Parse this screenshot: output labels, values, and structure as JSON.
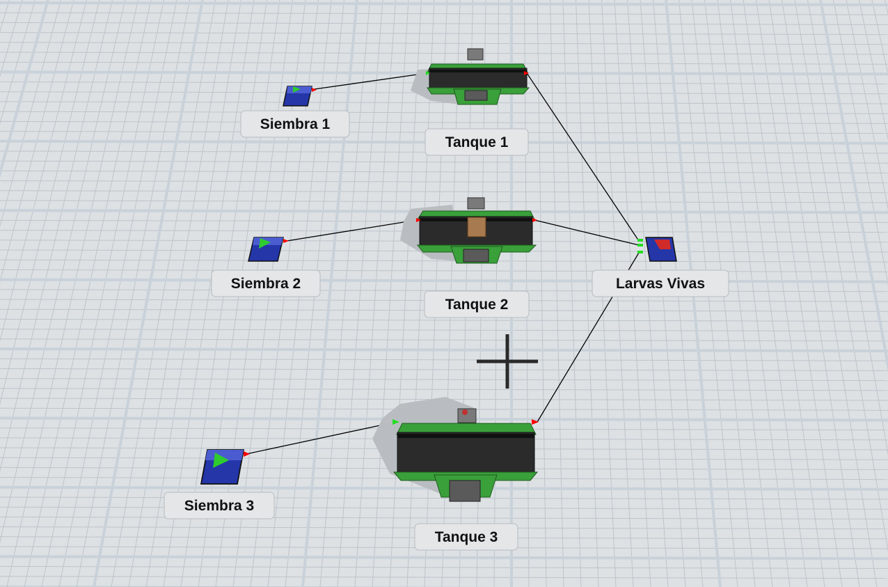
{
  "app": {
    "view": "3D Model View"
  },
  "objects": {
    "siembra1": {
      "label": "Siembra 1"
    },
    "siembra2": {
      "label": "Siembra 2"
    },
    "siembra3": {
      "label": "Siembra 3"
    },
    "tanque1": {
      "label": "Tanque 1"
    },
    "tanque2": {
      "label": "Tanque 2"
    },
    "tanque3": {
      "label": "Tanque 3"
    },
    "sink": {
      "label": "Larvas Vivas"
    }
  },
  "colors": {
    "floor": "#dde1e4",
    "grid_minor": "#b9c1c8",
    "grid_major": "#c8d0d8",
    "source_blue": "#2f3fb4",
    "processor_green": "#3f9a3a",
    "output_port": "#ff0000",
    "input_port": "#22dd22"
  },
  "icons": {
    "source": "source-arrow-icon",
    "sink": "sink-icon",
    "processor": "processor-conveyor-icon",
    "crosshair": "crosshair-icon"
  }
}
